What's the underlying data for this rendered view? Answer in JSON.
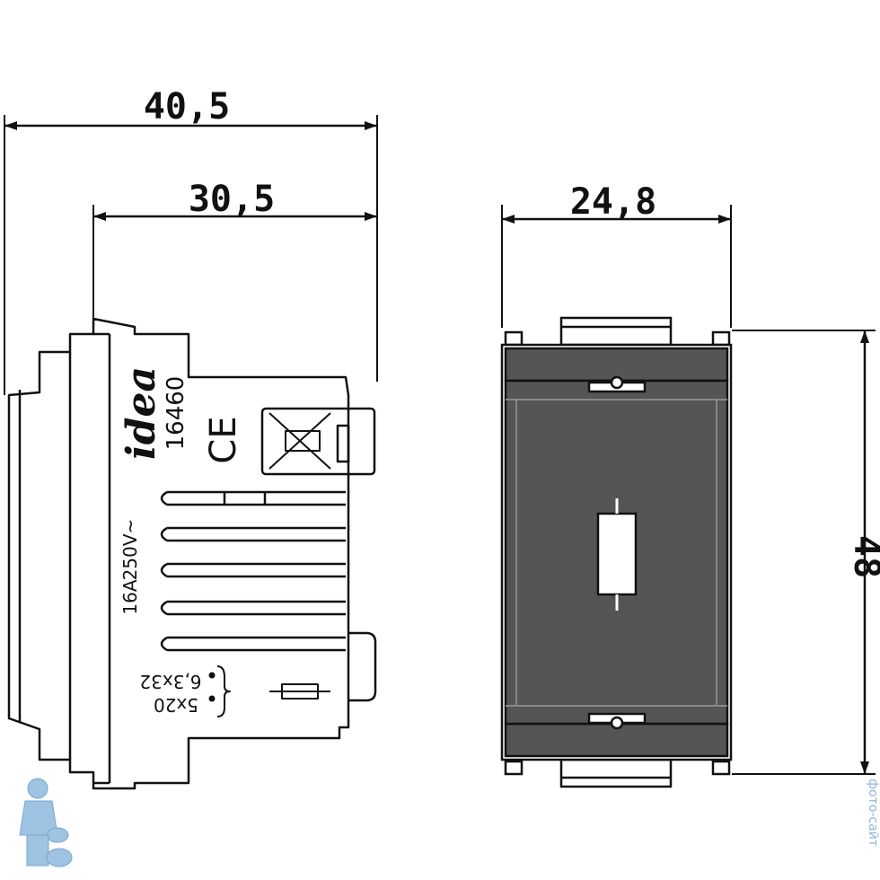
{
  "dimensions": {
    "overall_depth": "40,5",
    "body_depth": "30,5",
    "width": "24,8",
    "height": "48"
  },
  "label": {
    "brand": "idea",
    "article": "16460",
    "ce_mark": "CE",
    "rating_current": "16A",
    "rating_voltage": "250V~",
    "fuse_option_1": "6,3x32",
    "fuse_option_2": "5x20"
  },
  "watermark": {
    "text": "фото-сайт"
  },
  "colors": {
    "stroke": "#111111",
    "front_fill": "#555555",
    "watermark": "#8fb6d8"
  }
}
